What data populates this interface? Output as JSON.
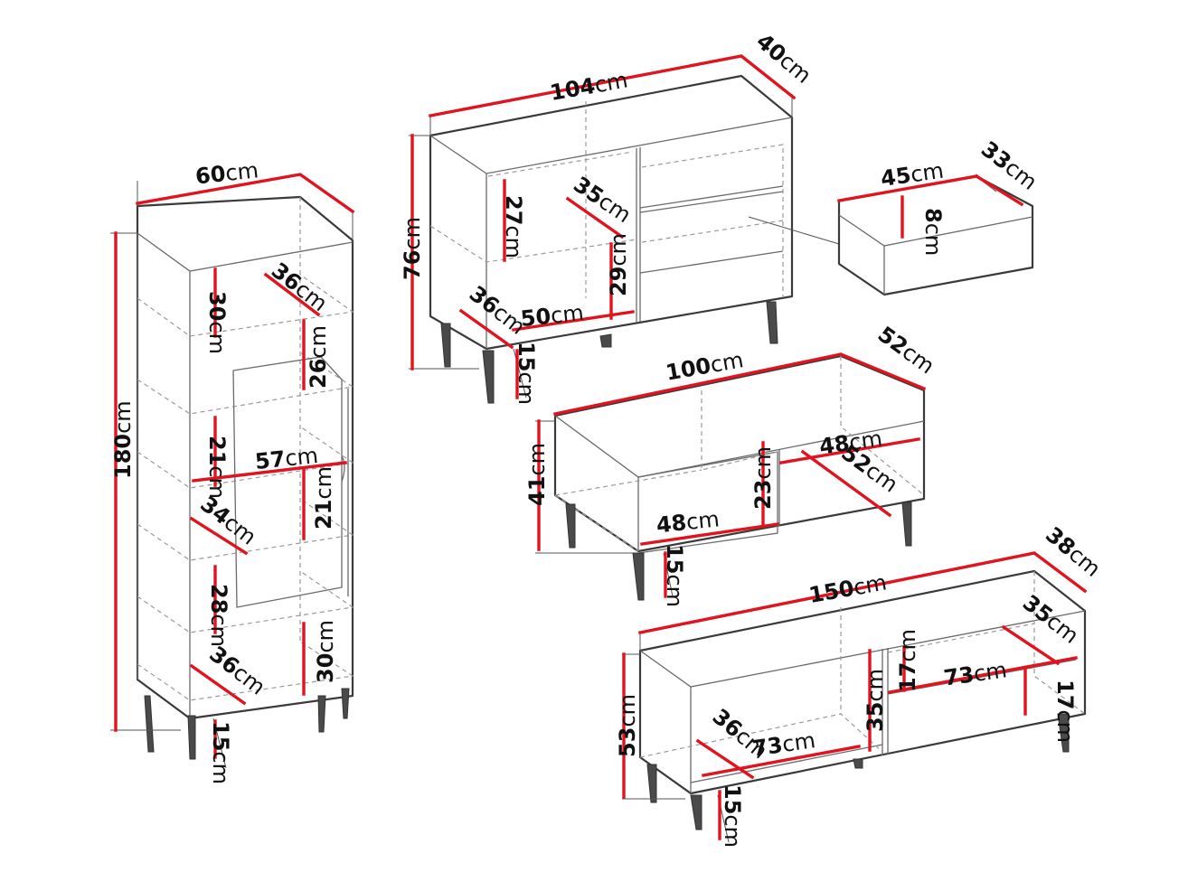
{
  "colors": {
    "dimension_line": "#e0141e",
    "outline": "#3a3a3a",
    "text": "#111111"
  },
  "labels": {
    "vitrine_width": "60cm",
    "vitrine_height": "180cm",
    "vitrine_shelf1_height": "30cm",
    "vitrine_depth_top": "36cm",
    "vitrine_glass_height": "26cm",
    "vitrine_shelf2_height": "21cm",
    "vitrine_inner_width": "57cm",
    "vitrine_shelf3_height": "21cm",
    "vitrine_depth_mid": "34cm",
    "vitrine_shelf4_height": "28cm",
    "vitrine_shelf5_height": "30cm",
    "vitrine_depth_bottom": "36cm",
    "vitrine_leg": "15cm",
    "dresser_width": "104cm",
    "dresser_depth": "40cm",
    "dresser_height": "76cm",
    "dresser_upper_height": "27cm",
    "dresser_shelf_depth": "35cm",
    "dresser_lower_height": "29cm",
    "dresser_bottom_depth": "36cm",
    "dresser_inner_width": "50cm",
    "dresser_leg": "15cm",
    "drawer_width": "45cm",
    "drawer_depth": "33cm",
    "drawer_height": "8cm",
    "coffee_width": "100cm",
    "coffee_depth": "52cm",
    "coffee_height": "41cm",
    "coffee_right_width": "48cm",
    "coffee_right_depth": "52cm",
    "coffee_inner_height": "23cm",
    "coffee_left_width": "48cm",
    "coffee_leg": "15cm",
    "tv_width": "150cm",
    "tv_depth": "38cm",
    "tv_height": "53cm",
    "tv_right_depth": "35cm",
    "tv_right_upper_height": "17cm",
    "tv_right_width": "73cm",
    "tv_right_lower_height": "17cm",
    "tv_left_height": "35cm",
    "tv_left_depth": "36cm",
    "tv_left_width": "73cm",
    "tv_leg": "15cm"
  }
}
